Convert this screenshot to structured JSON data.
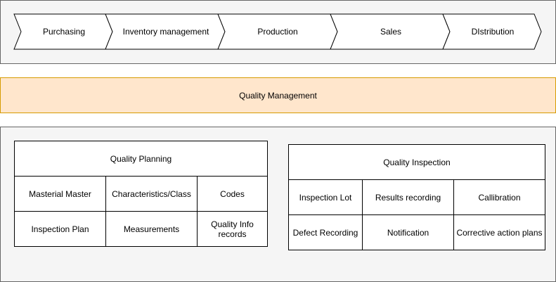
{
  "process_flow": {
    "steps": [
      {
        "label": "Purchasing"
      },
      {
        "label": "Inventory management"
      },
      {
        "label": "Production"
      },
      {
        "label": "Sales"
      },
      {
        "label": "DIstribution"
      }
    ]
  },
  "quality_management": {
    "label": "Quality Management"
  },
  "quality_planning": {
    "title": "Quality Planning",
    "cells": [
      "Masterial Master",
      "Characteristics/Class",
      "Codes",
      "Inspection Plan",
      "Measurements",
      "Quality Info records"
    ]
  },
  "quality_inspection": {
    "title": "Quality Inspection",
    "cells": [
      "Inspection Lot",
      "Results recording",
      "Callibration",
      "Defect Recording",
      "Notification",
      "Corrective action plans"
    ]
  },
  "colors": {
    "panel_bg": "#f5f5f5",
    "quality_bar_fill": "#ffe6cc",
    "quality_bar_border": "#d79b00"
  }
}
